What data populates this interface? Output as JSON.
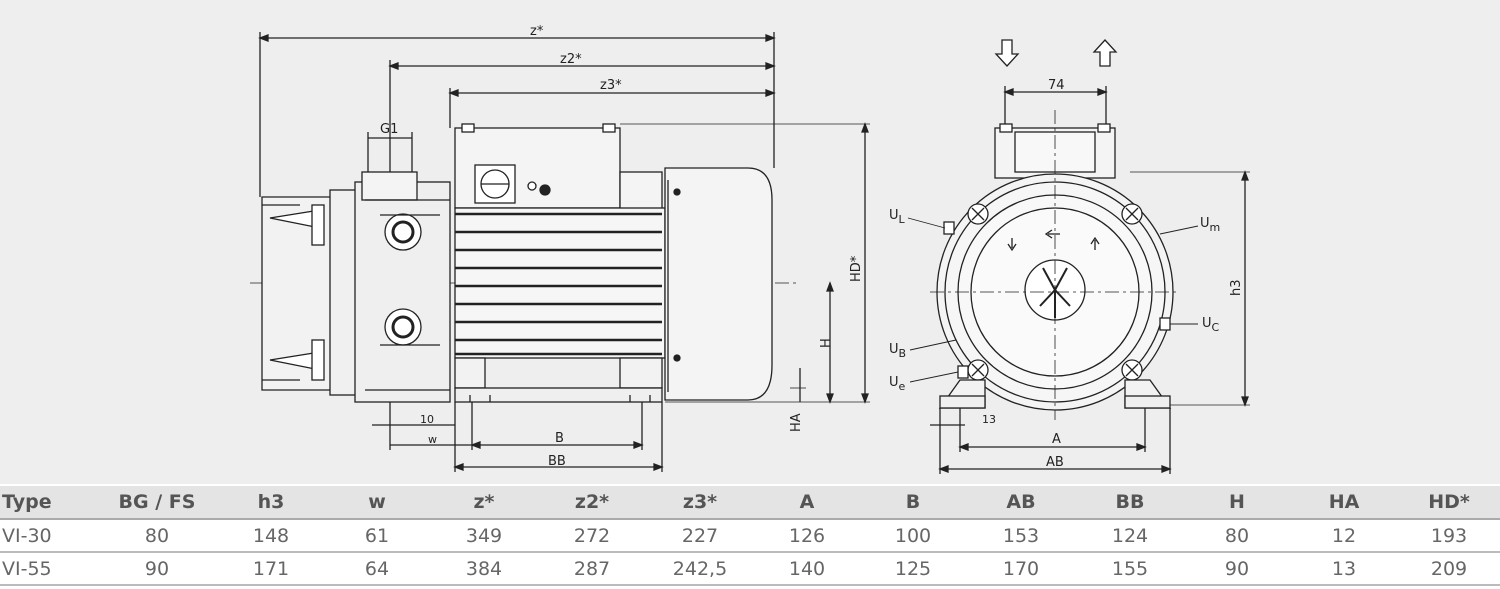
{
  "drawing": {
    "side_view_labels": {
      "z": "z*",
      "z2": "z2*",
      "z3": "z3*",
      "g1": "G1",
      "hd": "HD*",
      "h": "H",
      "ha": "HA",
      "ten": "10",
      "w": "w",
      "b": "B",
      "bb": "BB"
    },
    "front_view_labels": {
      "seventy_four": "74",
      "h3": "h3",
      "ul": "U",
      "ul_sub": "L",
      "um": "U",
      "um_sub": "m",
      "ub": "U",
      "ub_sub": "B",
      "ue": "U",
      "ue_sub": "e",
      "uc": "U",
      "uc_sub": "C",
      "thirteen": "13",
      "a": "A",
      "ab": "AB"
    }
  },
  "table": {
    "headers": [
      "Type",
      "BG / FS",
      "h3",
      "w",
      "z*",
      "z2*",
      "z3*",
      "A",
      "B",
      "AB",
      "BB",
      "H",
      "HA",
      "HD*"
    ],
    "rows": [
      [
        "VI-30",
        "80",
        "148",
        "61",
        "349",
        "272",
        "227",
        "126",
        "100",
        "153",
        "124",
        "80",
        "12",
        "193"
      ],
      [
        "VI-55",
        "90",
        "171",
        "64",
        "384",
        "287",
        "242,5",
        "140",
        "125",
        "170",
        "155",
        "90",
        "13",
        "209"
      ]
    ]
  }
}
